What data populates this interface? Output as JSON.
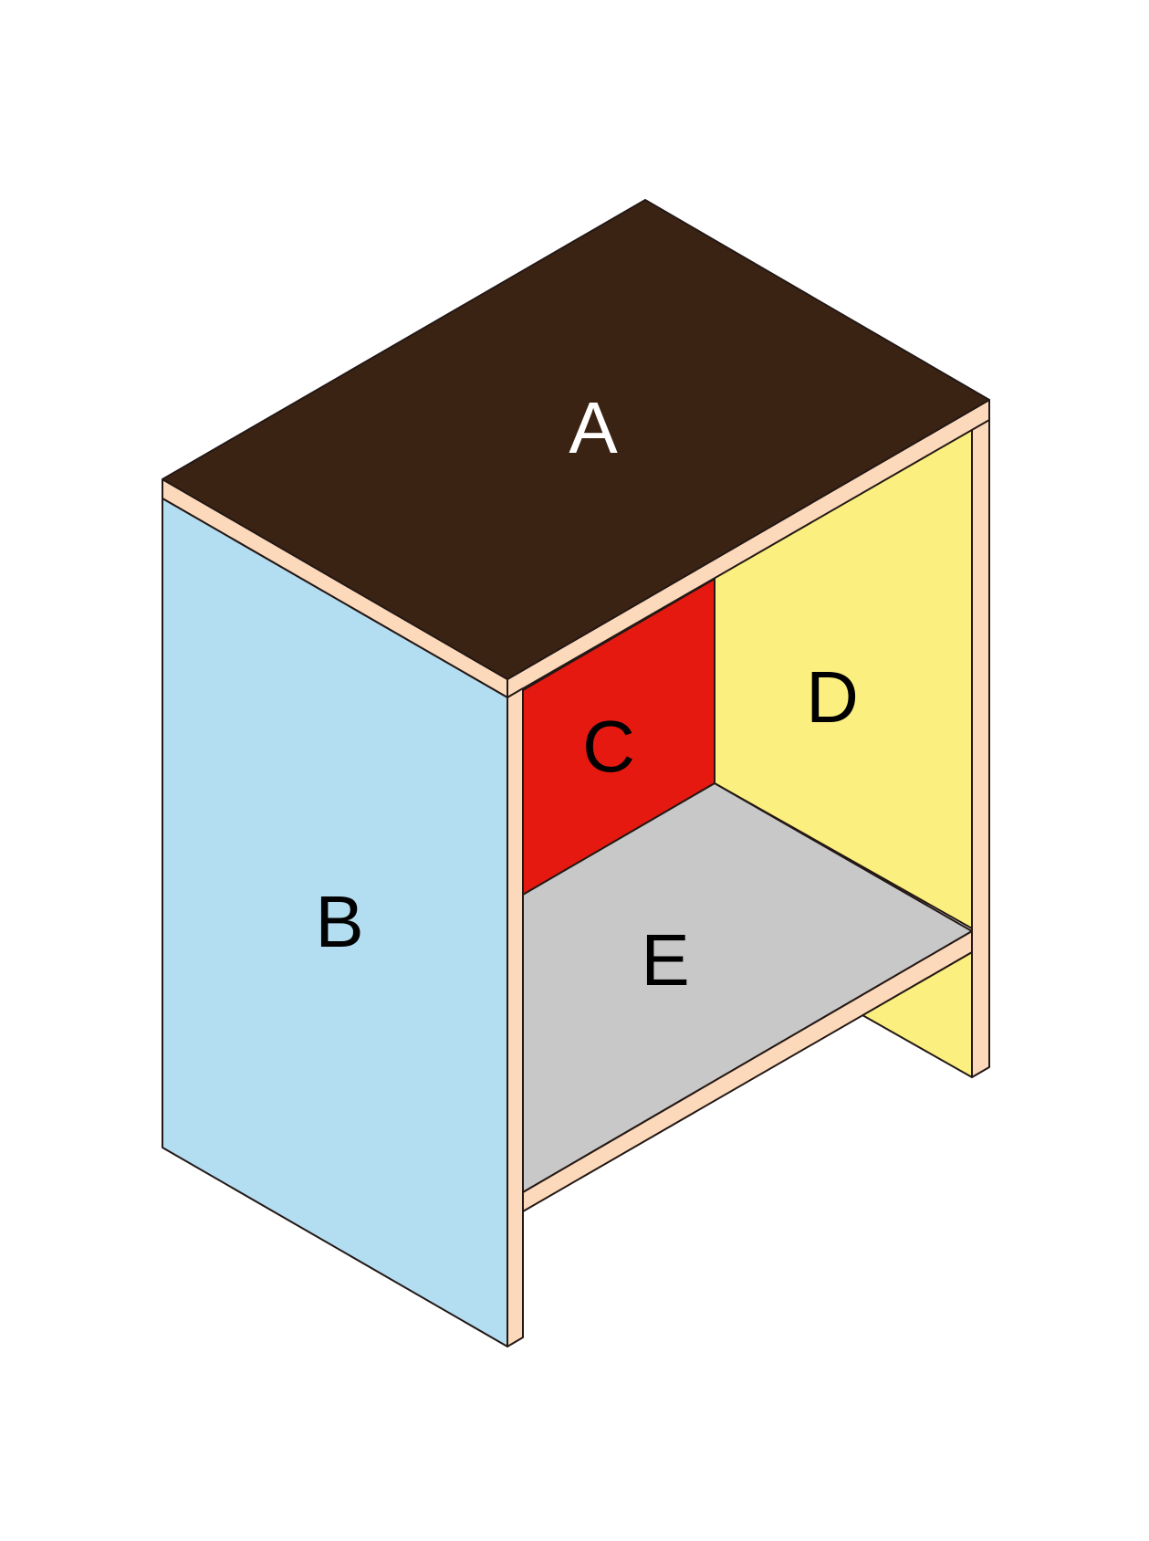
{
  "colors": {
    "top": "#3b2314",
    "side": "#b3ddf1",
    "back": "#e5190f",
    "inner_side": "#fbef7f",
    "shelf": "#c8c8c8",
    "edge": "#fdd9bb",
    "outline": "#231815",
    "label_light": "#ffffff",
    "label_dark": "#000000"
  },
  "panels": {
    "a": {
      "label": "A"
    },
    "b": {
      "label": "B"
    },
    "c": {
      "label": "C"
    },
    "d": {
      "label": "D"
    },
    "e": {
      "label": "E"
    }
  }
}
